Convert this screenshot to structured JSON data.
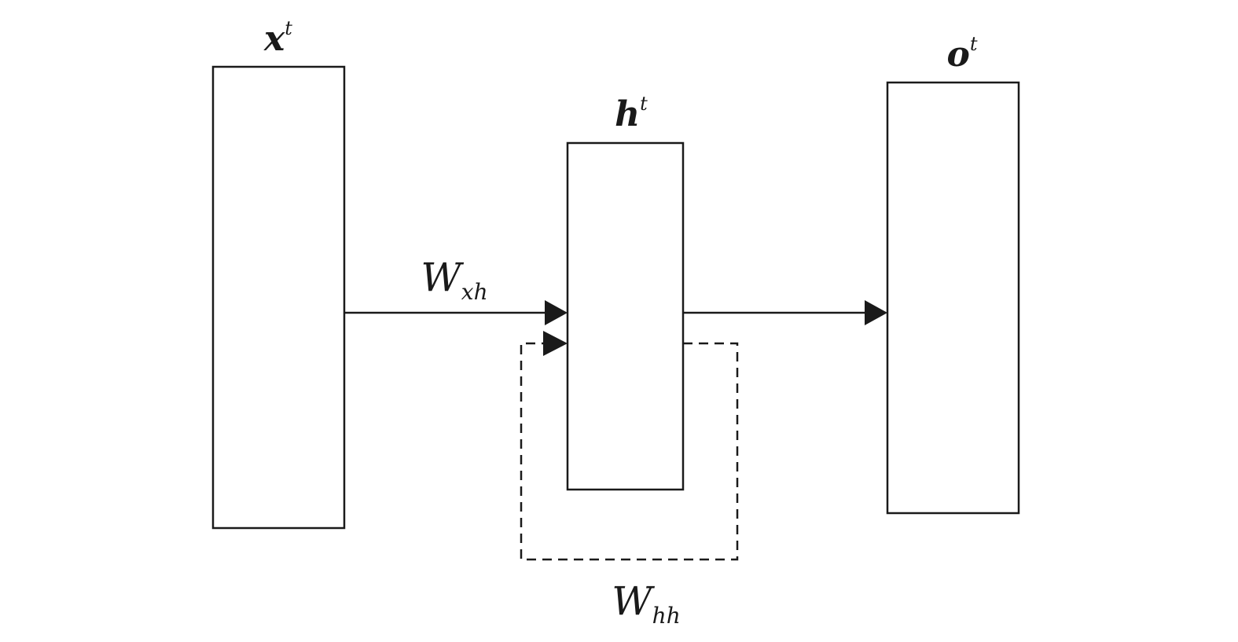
{
  "nodes": {
    "input": {
      "symbol": "x",
      "superscript": "t"
    },
    "hidden": {
      "symbol": "h",
      "superscript": "t"
    },
    "output": {
      "symbol": "o",
      "superscript": "t"
    }
  },
  "edges": {
    "input_to_hidden": {
      "symbol": "W",
      "subscript": "xh"
    },
    "hidden_recurrent": {
      "symbol": "W",
      "subscript": "hh"
    },
    "hidden_to_output": {}
  },
  "colors": {
    "stroke": "#1a1a1a",
    "background": "#ffffff"
  }
}
